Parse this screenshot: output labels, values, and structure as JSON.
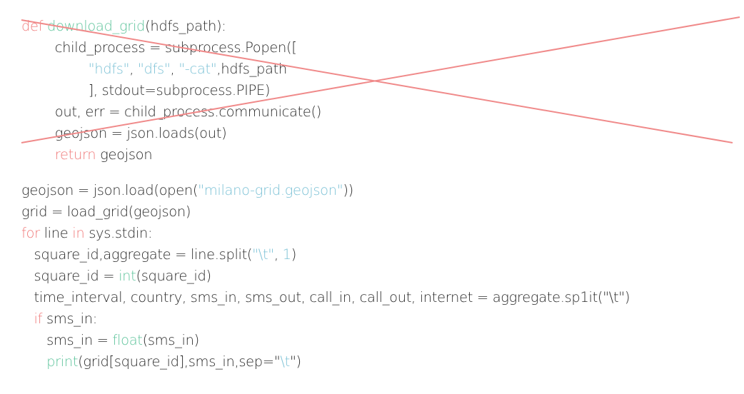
{
  "colors": {
    "keyword": "#f07c7c",
    "function": "#5fc49c",
    "string": "#7dc2d6",
    "text": "#2a2a2a",
    "strike": "#f08a8a"
  },
  "code_top": {
    "lines": [
      [
        {
          "t": "def ",
          "c": "kw"
        },
        {
          "t": "download_grid",
          "c": "fn"
        },
        {
          "t": "(hdfs_path):",
          "c": "plain"
        }
      ],
      [
        {
          "t": "        child_process = subprocess.Popen([",
          "c": "plain"
        }
      ],
      [
        {
          "t": "                ",
          "c": "plain"
        },
        {
          "t": "\"hdfs\"",
          "c": "str"
        },
        {
          "t": ", ",
          "c": "plain"
        },
        {
          "t": "\"dfs\"",
          "c": "str"
        },
        {
          "t": ", ",
          "c": "plain"
        },
        {
          "t": "\"-cat\"",
          "c": "str"
        },
        {
          "t": ",hdfs_path",
          "c": "plain"
        }
      ],
      [
        {
          "t": "                ], stdout=subprocess.PIPE)",
          "c": "plain"
        }
      ],
      [
        {
          "t": "        out, err = child_process.communicate()",
          "c": "plain"
        }
      ],
      [
        {
          "t": "        geojson = json.loads(out)",
          "c": "plain"
        }
      ],
      [
        {
          "t": "        ",
          "c": "plain"
        },
        {
          "t": "return",
          "c": "kw"
        },
        {
          "t": " geojson",
          "c": "plain"
        }
      ]
    ]
  },
  "code_bottom": {
    "lines": [
      [
        {
          "t": "geojson = json.load(open(",
          "c": "plain"
        },
        {
          "t": "\"milano-grid.geojson\"",
          "c": "str"
        },
        {
          "t": "))",
          "c": "plain"
        }
      ],
      [
        {
          "t": "grid = load_grid(geojson)",
          "c": "plain"
        }
      ],
      [
        {
          "t": "for",
          "c": "kw"
        },
        {
          "t": " line ",
          "c": "plain"
        },
        {
          "t": "in",
          "c": "kw"
        },
        {
          "t": " sys.stdin:",
          "c": "plain"
        }
      ],
      [
        {
          "t": "   square_id,aggregate = line.split(",
          "c": "plain"
        },
        {
          "t": "\"\\t\"",
          "c": "str"
        },
        {
          "t": ", ",
          "c": "plain"
        },
        {
          "t": "1",
          "c": "str"
        },
        {
          "t": ")",
          "c": "plain"
        }
      ],
      [
        {
          "t": "   square_id = ",
          "c": "plain"
        },
        {
          "t": "int",
          "c": "fn"
        },
        {
          "t": "(square_id)",
          "c": "plain"
        }
      ],
      [
        {
          "t": "   time_interval, country, sms_in, sms_out, call_in, call_out, internet = aggregate.sp1it(\"\\t\")",
          "c": "plain"
        }
      ],
      [
        {
          "t": "   ",
          "c": "plain"
        },
        {
          "t": "if",
          "c": "kw"
        },
        {
          "t": " sms_in:",
          "c": "plain"
        }
      ],
      [
        {
          "t": "      sms_in = ",
          "c": "plain"
        },
        {
          "t": "float",
          "c": "fn"
        },
        {
          "t": "(sms_in)",
          "c": "plain"
        }
      ],
      [
        {
          "t": "      ",
          "c": "plain"
        },
        {
          "t": "print",
          "c": "fn"
        },
        {
          "t": "(grid[square_id],sms_in,sep=\"",
          "c": "plain"
        },
        {
          "t": "\\t",
          "c": "str"
        },
        {
          "t": "\")",
          "c": "plain"
        }
      ]
    ]
  }
}
